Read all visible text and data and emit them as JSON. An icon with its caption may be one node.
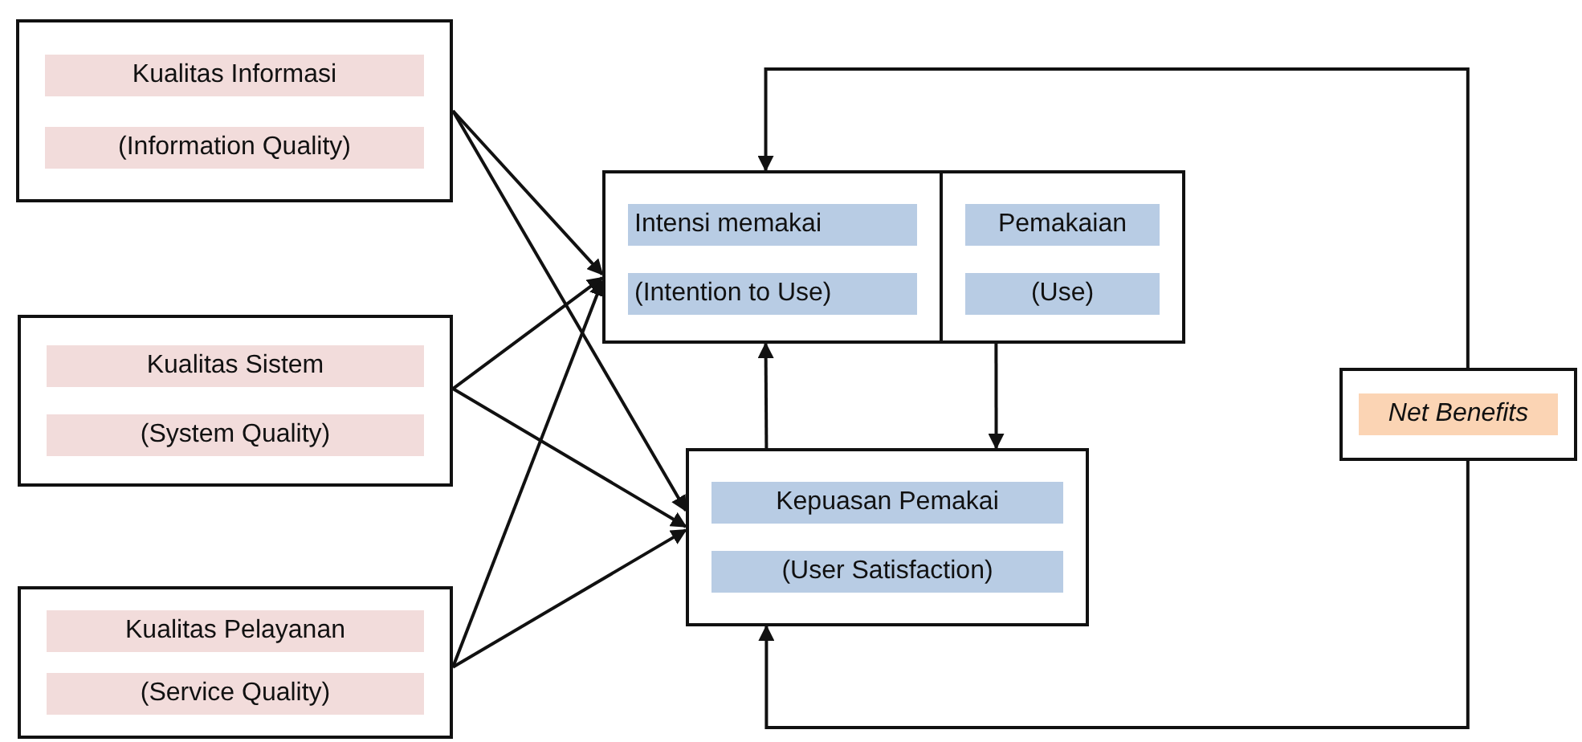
{
  "diagram": {
    "nodes": [
      {
        "text": [
          "Kualitas Informasi",
          "(Information Quality)"
        ]
      },
      {
        "text": [
          "Kualitas Sistem",
          "(System Quality)"
        ]
      },
      {
        "text": [
          "Kualitas Pelayanan",
          "(Service Quality)"
        ]
      },
      {
        "text": [
          "Intensi memakai",
          "(Intention to Use)"
        ]
      },
      {
        "text": [
          "Pemakaian",
          "(Use)"
        ]
      },
      {
        "text": [
          "Kepuasan Pemakai",
          "(User Satisfaction)"
        ]
      },
      {
        "text": [
          "Net Benefits"
        ]
      }
    ],
    "edges": [
      {
        "from": 0,
        "to": 3,
        "arrow": "to"
      },
      {
        "from": 0,
        "to": 5,
        "arrow": "to"
      },
      {
        "from": 1,
        "to": 3,
        "arrow": "to"
      },
      {
        "from": 1,
        "to": 5,
        "arrow": "to"
      },
      {
        "from": 2,
        "to": 3,
        "arrow": "to"
      },
      {
        "from": 2,
        "to": 5,
        "arrow": "to"
      },
      {
        "from": 5,
        "to": 3,
        "arrow": "to"
      },
      {
        "from": 4,
        "to": 5,
        "arrow": "to"
      },
      {
        "from": 6,
        "to": 3,
        "arrow": "to"
      },
      {
        "from": 6,
        "to": 5,
        "arrow": "to"
      }
    ]
  }
}
